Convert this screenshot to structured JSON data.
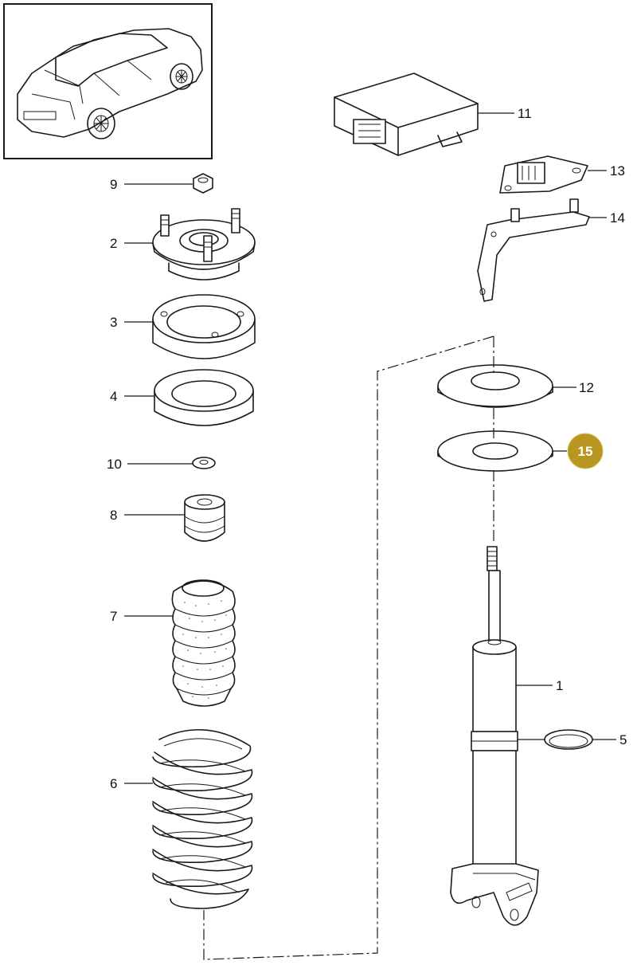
{
  "callouts": {
    "c1": "1",
    "c2": "2",
    "c3": "3",
    "c4": "4",
    "c5": "5",
    "c6": "6",
    "c7": "7",
    "c8": "8",
    "c9": "9",
    "c10": "10",
    "c11": "11",
    "c12": "12",
    "c13": "13",
    "c14": "14",
    "c15": "15"
  },
  "colors": {
    "highlight_badge": "#b8961f",
    "line": "#1a1a1a"
  },
  "highlighted_part": "15"
}
